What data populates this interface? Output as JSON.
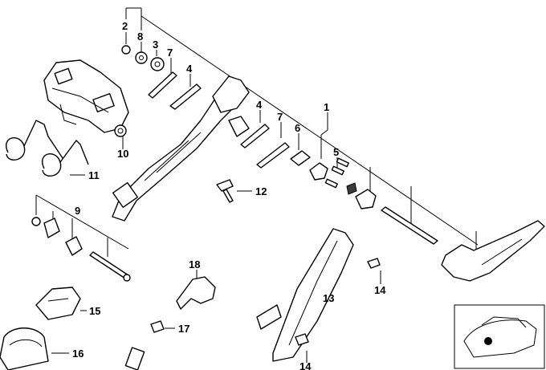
{
  "callouts": {
    "c1": "1",
    "c2": "2",
    "c3": "3",
    "c4a": "4",
    "c4b": "4",
    "c5": "5",
    "c6": "6",
    "c7a": "7",
    "c7b": "7",
    "c8": "8",
    "c9": "9",
    "c10": "10",
    "c11": "11",
    "c12": "12",
    "c13": "13",
    "c14a": "14",
    "c14b": "14",
    "c15": "15",
    "c16": "16",
    "c17": "17",
    "c18": "18"
  },
  "colors": {
    "ink": "#000000",
    "paper": "#ffffff",
    "shade": "#3a3a3a"
  },
  "icons": {
    "thumbnail": "car-location-thumbnail-icon"
  }
}
